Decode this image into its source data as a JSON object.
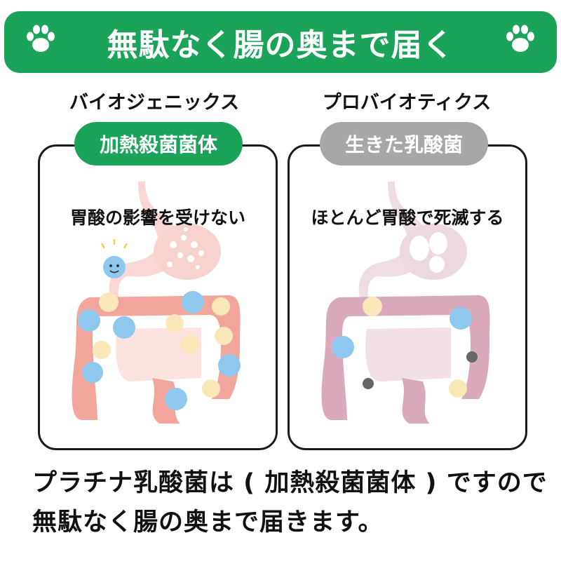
{
  "banner": {
    "title": "無駄なく腸の奥まで届く",
    "icon": "paw-icon",
    "color": "#1ba35a"
  },
  "left": {
    "heading": "バイオジェニックス",
    "pill": "加熱殺菌菌体",
    "caption": "胃酸の影響を受けない",
    "pill_color": "#1ba35a",
    "gut_color": "#f2a59a"
  },
  "right": {
    "heading": "プロバイオティクス",
    "pill": "生きた乳酸菌",
    "caption": "ほとんど胃酸で死滅する",
    "pill_color": "#a7a7a7",
    "gut_color": "#d9a9bc"
  },
  "footer": {
    "line1": "プラチナ乳酸菌は ( 加熱殺菌菌体 ) ですので",
    "line2": "無駄なく腸の奥まで届きます。"
  }
}
